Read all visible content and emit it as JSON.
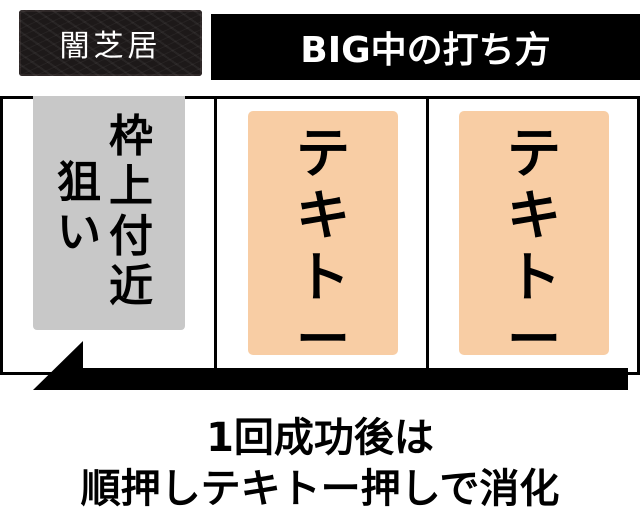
{
  "logo": {
    "text": "闇芝居"
  },
  "title": "BIG中の打ち方",
  "reels": {
    "left": {
      "line1": "枠上付近",
      "line2": "狙い"
    },
    "center": {
      "text": "テキトー"
    },
    "right": {
      "text": "テキトー"
    }
  },
  "arrow": {
    "direction": "left",
    "color": "#000000"
  },
  "bottom": {
    "line1": "1回成功後は",
    "line2": "順押しテキトー押しで消化"
  },
  "colors": {
    "orange_box": "#f8cda4",
    "gray_box": "#c8c8c8",
    "title_bg": "#000000"
  }
}
